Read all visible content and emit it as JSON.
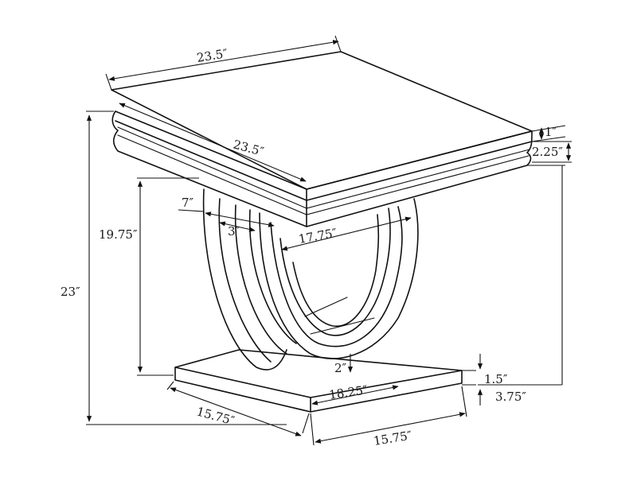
{
  "dimensions": {
    "top_back_width": "23.5″",
    "top_front_width": "23.5″",
    "top_thickness": "1″",
    "apron_height": "2.25″",
    "total_height": "23″",
    "leg_height": "19.75″",
    "leg_ring_width": "7″",
    "inner_ring_width": "3″",
    "inner_span": "17.75″",
    "base_gap": "2″",
    "base_height": "1.5″",
    "base_inset": "3.75″",
    "base_inner_length": "18.25″",
    "base_left_depth": "15.75″",
    "base_right_width": "15.75″"
  }
}
